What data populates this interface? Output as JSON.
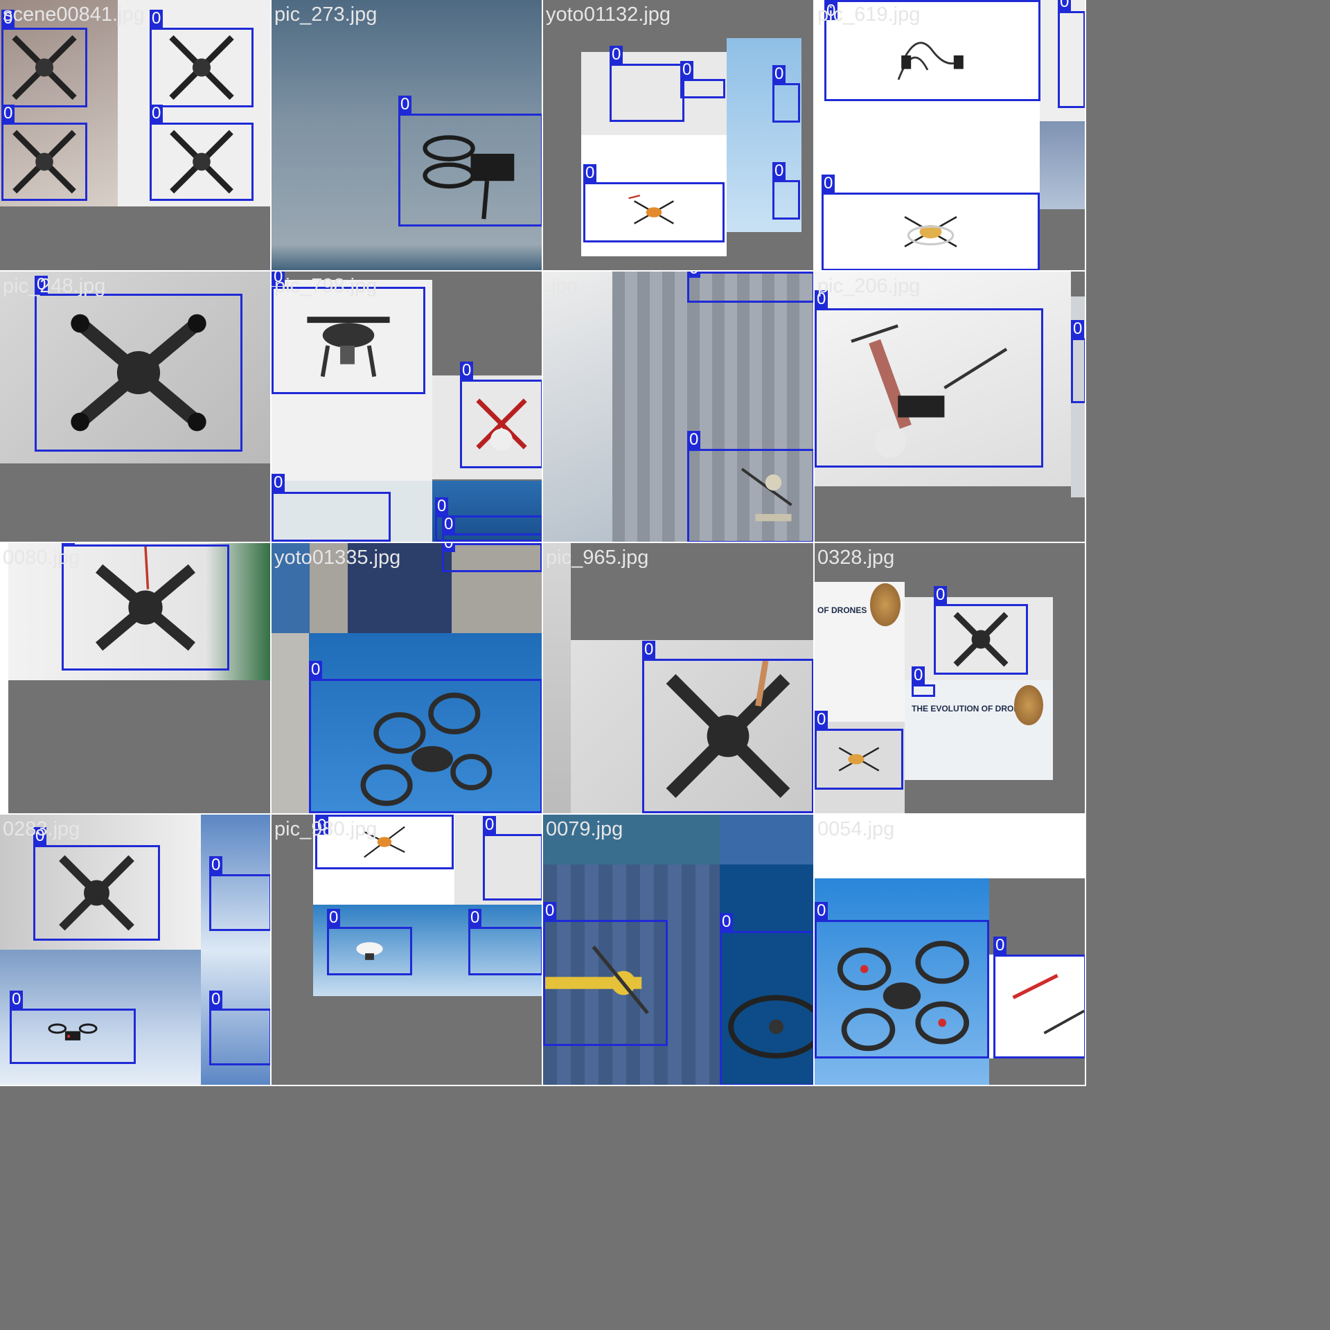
{
  "colors": {
    "bbox": "#1f2ad6",
    "label": "#e6e6e6",
    "letterbox": "#727272"
  },
  "class_label": "0",
  "tiles": [
    {
      "filename": "scene00841.jpg"
    },
    {
      "filename": "pic_273.jpg"
    },
    {
      "filename": "yoto01132.jpg"
    },
    {
      "filename": "pic_619.jpg"
    },
    {
      "filename": "pic_248.jpg"
    },
    {
      "filename": "pic_798.jpg"
    },
    {
      "filename": ".jpg"
    },
    {
      "filename": "pic_206.jpg"
    },
    {
      "filename": "0080.jpg"
    },
    {
      "filename": "yoto01335.jpg"
    },
    {
      "filename": "pic_965.jpg"
    },
    {
      "filename": "0328.jpg"
    },
    {
      "filename": "0283.jpg"
    },
    {
      "filename": "pic_980.jpg"
    },
    {
      "filename": "0079.jpg"
    },
    {
      "filename": "0054.jpg"
    }
  ],
  "poster_texts": [
    "OF DRONES",
    "THE EVOLUTION OF DRONES"
  ]
}
